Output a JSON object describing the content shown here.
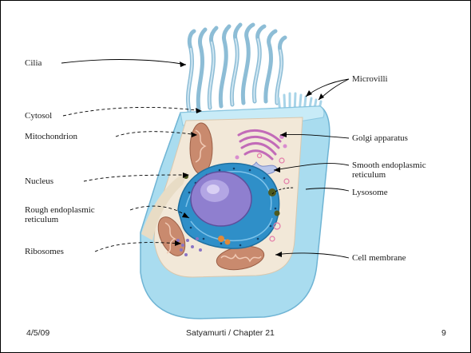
{
  "labels": {
    "cilia": "Cilia",
    "cytosol": "Cytosol",
    "mitochondrion": "Mitochondrion",
    "nucleus": "Nucleus",
    "rough_er_1": "Rough endoplasmic",
    "rough_er_2": "reticulum",
    "ribosomes": "Ribosomes",
    "microvilli": "Microvilli",
    "golgi": "Golgi apparatus",
    "smooth_er_1": "Smooth endoplasmic",
    "smooth_er_2": "reticulum",
    "lysosome": "Lysosome",
    "cell_membrane": "Cell membrane"
  },
  "footer": {
    "date": "4/5/09",
    "center": "Satyamurti / Chapter 21",
    "page": "9"
  },
  "colors": {
    "membrane": "#a9dcef",
    "cytoplasm": "#f2e8d8",
    "nucleus": "#8f7fcf",
    "rough_er": "#2f8fc8",
    "golgi": "#c26bb8",
    "mitochondrion": "#c98a6e",
    "cilia": "#9ec9e0"
  }
}
